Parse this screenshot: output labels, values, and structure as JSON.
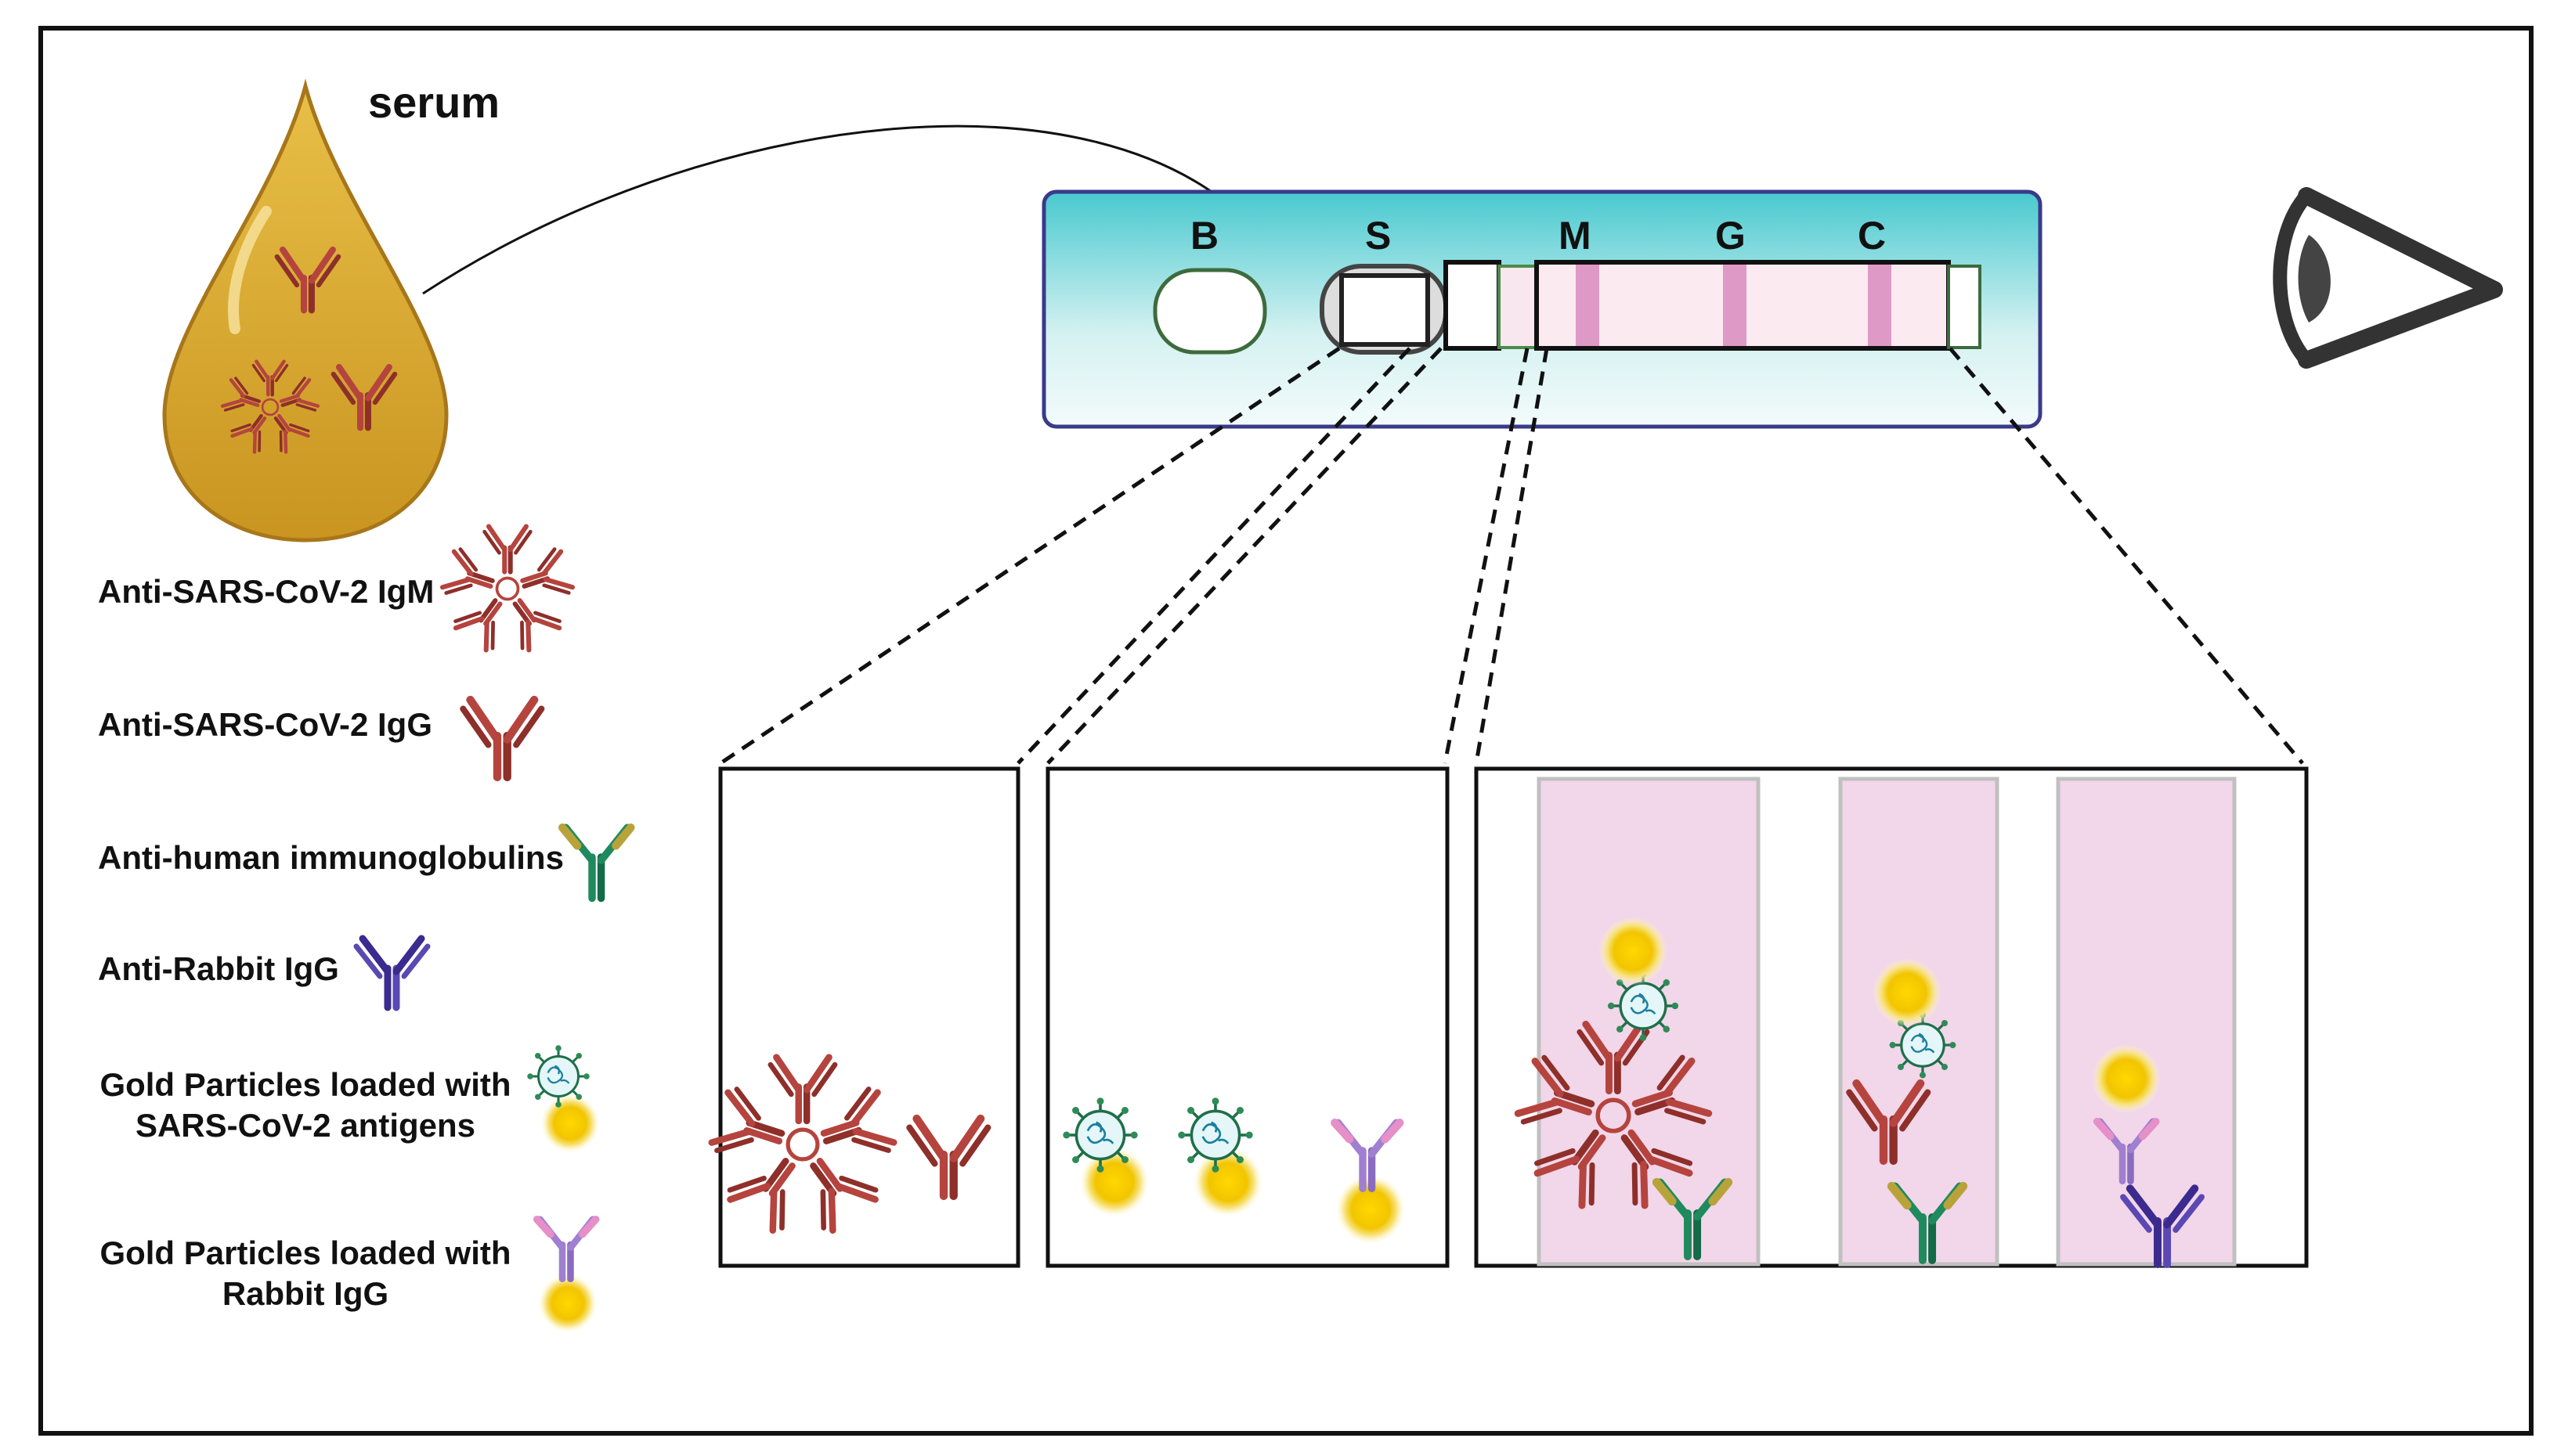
{
  "serum_label": "serum",
  "strip_labels": {
    "b": "B",
    "s": "S",
    "m": "M",
    "g": "G",
    "c": "C"
  },
  "legend": [
    {
      "id": "igm",
      "lines": [
        "Anti-SARS-CoV-2 IgM"
      ],
      "icon": "igm-pentamer-icon"
    },
    {
      "id": "igg",
      "lines": [
        "Anti-SARS-CoV-2 IgG"
      ],
      "icon": "igg-antibody-icon"
    },
    {
      "id": "anti-human",
      "lines": [
        "Anti-human immunoglobulins"
      ],
      "icon": "green-antibody-icon"
    },
    {
      "id": "anti-rabbit",
      "lines": [
        "Anti-Rabbit IgG"
      ],
      "icon": "navy-antibody-icon"
    },
    {
      "id": "gold-antigen",
      "lines": [
        "Gold Particles loaded with",
        "SARS-CoV-2 antigens"
      ],
      "icon": "gold-virus-icon"
    },
    {
      "id": "gold-rabbit",
      "lines": [
        "Gold Particles loaded with",
        "Rabbit IgG"
      ],
      "icon": "gold-rabbit-igg-icon"
    }
  ],
  "colors": {
    "igg_red": "#b5443e",
    "anti_human_green": "#1f8a5e",
    "anti_human_gold": "#b8a33a",
    "anti_rabbit_navy": "#3b2b8f",
    "rabbit_purple": "#a07fd0",
    "rabbit_pink": "#e68fc8",
    "gold": "#f2c500",
    "test_zone_pink": "#f2d6e9",
    "strip_teal": "#48c9cf",
    "drop_gold": "#d8a92c"
  }
}
